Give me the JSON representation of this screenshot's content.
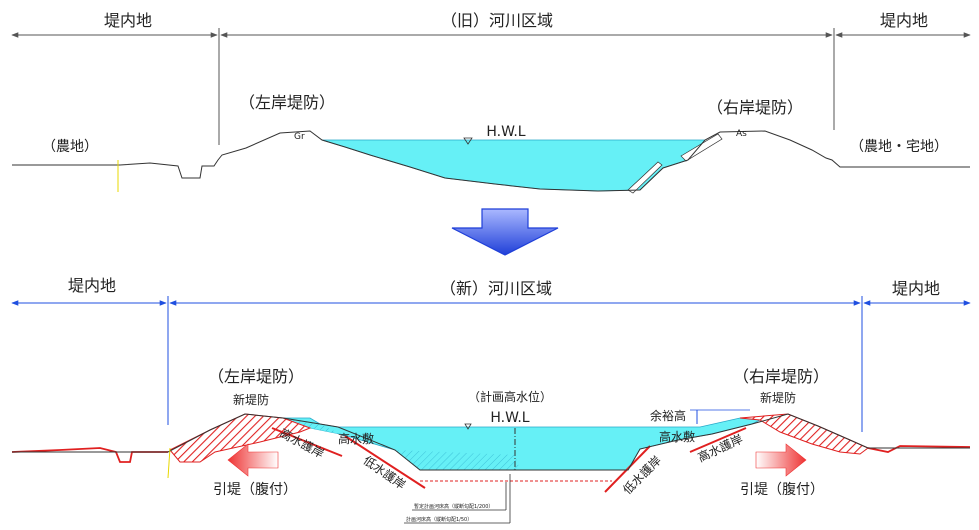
{
  "old": {
    "left_zone": "堤内地",
    "river_zone": "（旧）河川区域",
    "right_zone": "堤内地",
    "left_levee": "（左岸堤防）",
    "right_levee": "（右岸堤防）",
    "left_land": "（農地）",
    "right_land": "（農地・宅地）",
    "hwl": "H.W.L"
  },
  "new": {
    "left_zone": "堤内地",
    "river_zone": "（新）河川区域",
    "right_zone": "堤内地",
    "left_levee": "（左岸堤防）",
    "right_levee": "（右岸堤防）",
    "plan_level": "（計画高水位）",
    "hwl": "H.W.L",
    "new_levee_left": "新堤防",
    "new_levee_right": "新堤防",
    "freeboard": "余裕高",
    "high_bank_left": "高水敷",
    "high_bank_right": "高水敷",
    "high_revet_left": "高水護岸",
    "high_revet_right": "高水護岸",
    "low_revet_left": "低水護岸",
    "low_revet_right": "低水護岸",
    "retreat_left": "引堤（腹付）",
    "retreat_right": "引堤（腹付）",
    "note_1": "暫定計画河床高（縦断勾配1/200）",
    "note_2": "計画河床高（縦断勾配1/50）"
  },
  "colors": {
    "water": "#66f0f6",
    "water_edge": "#29a9c9",
    "levee_red": "#e02020",
    "arrow_blue": "#1f4fe0",
    "arrow_red": "#ee3333",
    "dim_line": "#555555",
    "dim_line_new": "#1f4fe0"
  }
}
